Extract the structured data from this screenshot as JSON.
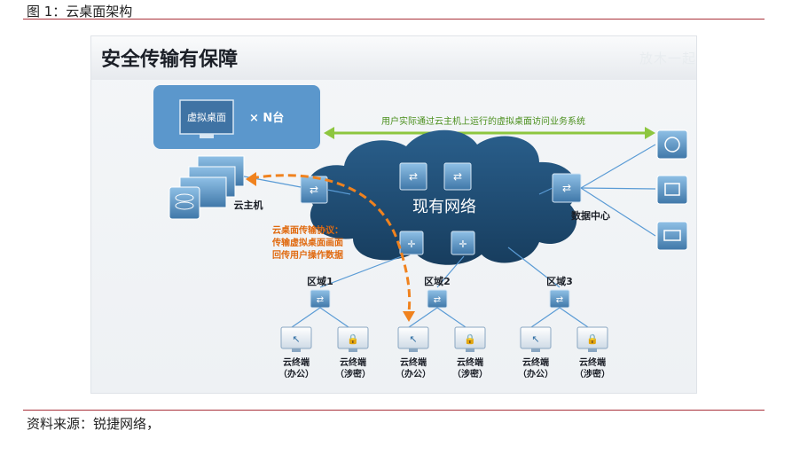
{
  "caption": "图 1：云桌面架构",
  "source": "资料来源：锐捷网络，",
  "figure": {
    "banner_title": "安全传输有保障",
    "watermark": "放木一起",
    "vd_label": "虚拟桌面",
    "n_label": "× N台",
    "top_arrow_label": "用户实际通过云主机上运行的虚拟桌面访问业务系统",
    "cloud_label": "现有网络",
    "host_label": "云主机",
    "datacenter_label": "数据中心",
    "protocol_lines": [
      "云桌面传输协议：",
      "传输虚拟桌面画面",
      "回传用户操作数据"
    ],
    "zones": [
      {
        "label": "区域1",
        "terminals": [
          {
            "name": "云终端",
            "type": "（办公）"
          },
          {
            "name": "云终端",
            "type": "（涉密）"
          }
        ]
      },
      {
        "label": "区域2",
        "terminals": [
          {
            "name": "云终端",
            "type": "（办公）"
          },
          {
            "name": "云终端",
            "type": "（涉密）"
          }
        ]
      },
      {
        "label": "区域3",
        "terminals": [
          {
            "name": "云终端",
            "type": "（办公）"
          },
          {
            "name": "云终端",
            "type": "（涉密）"
          }
        ]
      }
    ],
    "colors": {
      "green": "#8dc63f",
      "orange": "#f0821e",
      "cloud": "#1e4c74",
      "device": "#4a86b8",
      "line": "#5a9bd5"
    }
  }
}
